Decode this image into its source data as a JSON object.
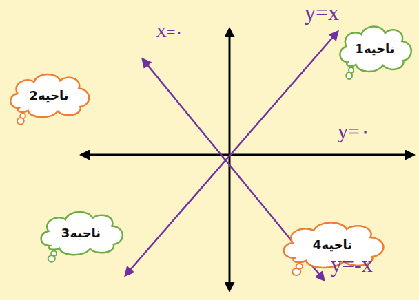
{
  "diagram": {
    "nodes": [
      {
        "text": [
          "ناحیه1"
        ]
      },
      {
        "text": [
          "ناحیه2"
        ]
      },
      {
        "text": [
          "ناحیه3"
        ]
      },
      {
        "text": [
          "ناحیه4"
        ]
      }
    ],
    "labels": [
      "y=x",
      "X=۰",
      "y=۰",
      "y=-x"
    ]
  }
}
